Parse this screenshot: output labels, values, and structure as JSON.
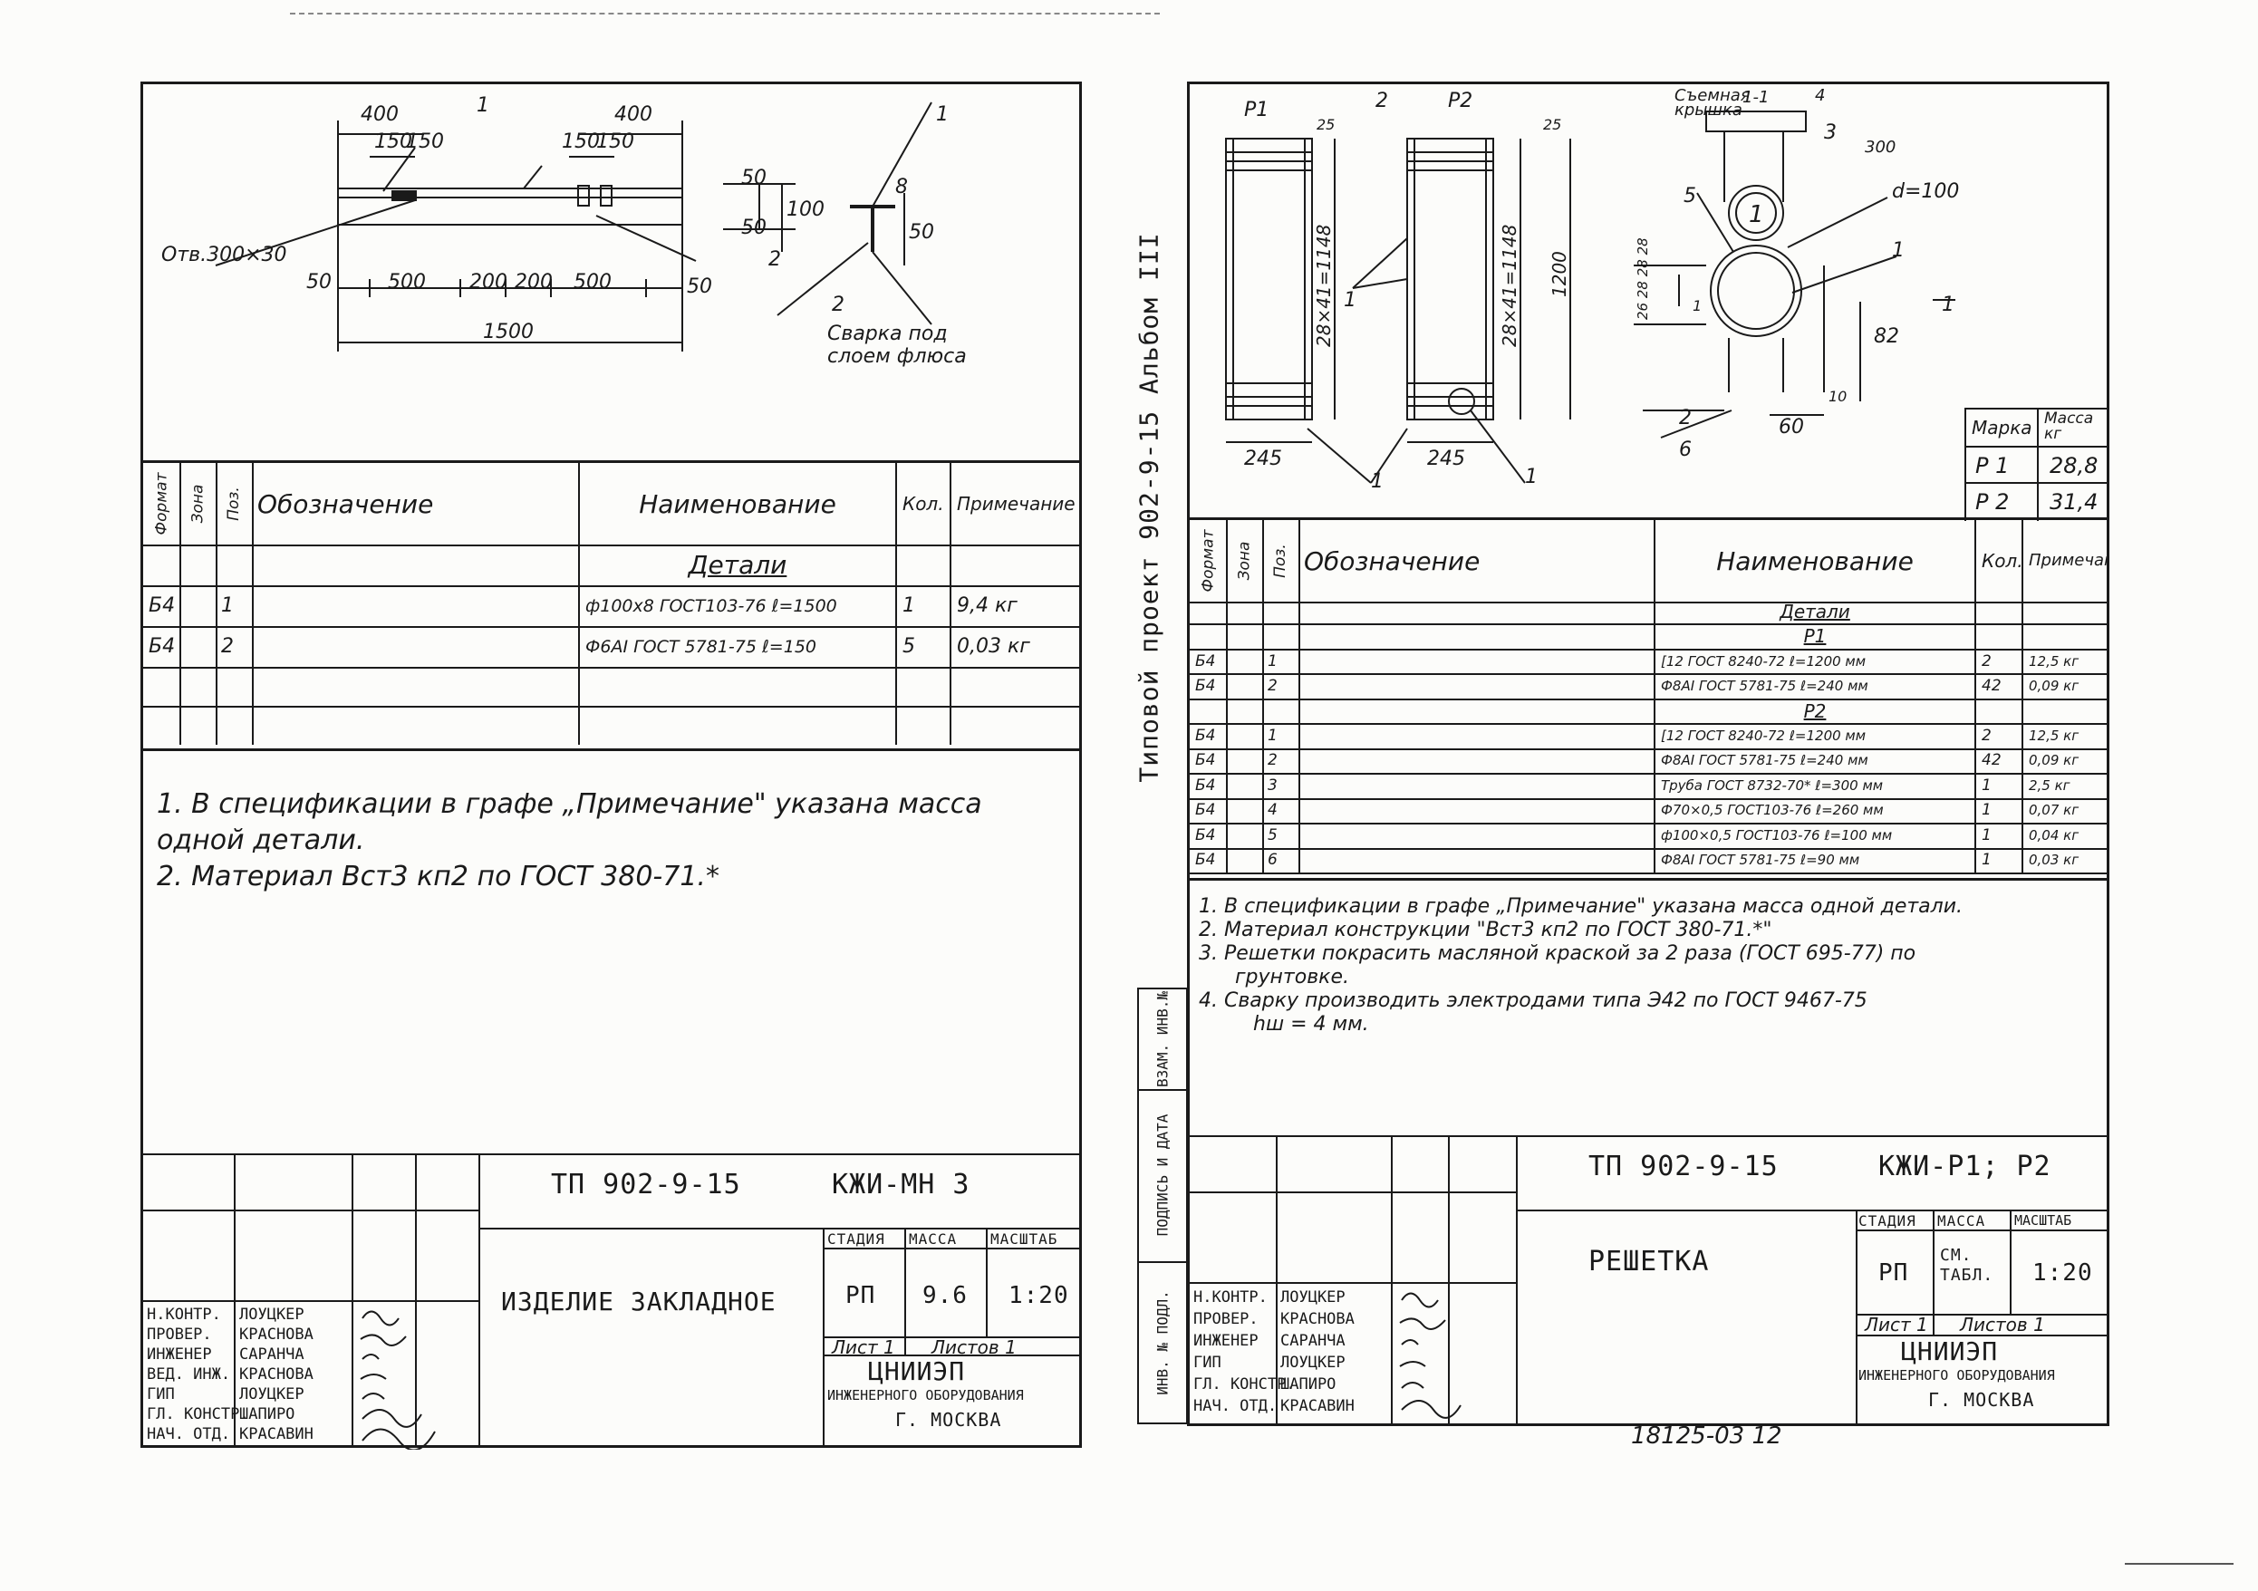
{
  "top_rule_text": "",
  "album": "Типовой проект 902-9-15 Альбом III",
  "left": {
    "drawing": {
      "dims": [
        "400",
        "150",
        "150",
        "1",
        "400",
        "150",
        "150",
        "1",
        "50",
        "100",
        "50",
        "50",
        "500",
        "200",
        "200",
        "500",
        "50",
        "1500",
        "2",
        "Отв.300×30",
        "2",
        "Сварка под",
        "слоем флюса",
        "1",
        "8",
        "50"
      ]
    },
    "spec": {
      "headers": {
        "format": "Формат",
        "zone": "Зона",
        "pos": "Поз.",
        "designation": "Обозначение",
        "name": "Наименование",
        "qty": "Кол.",
        "note": "Примечание"
      },
      "section": "Детали",
      "rows": [
        {
          "format": "Б4",
          "pos": "1",
          "name": "ф100х8 ГОСТ103-76 ℓ=1500",
          "qty": "1",
          "note": "9,4 кг"
        },
        {
          "format": "Б4",
          "pos": "2",
          "name": "Ф6АI ГОСТ 5781-75 ℓ=150",
          "qty": "5",
          "note": "0,03 кг"
        }
      ]
    },
    "notes": [
      "1. В спецификации в графе „Примечание\" указана масса одной детали.",
      "2. Материал Вст3 кп2 по ГОСТ 380-71.*"
    ],
    "title_block": {
      "code": "ТП 902-9-15",
      "mark": "КЖИ-МН 3",
      "title": "ИЗДЕЛИЕ ЗАКЛАДНОЕ",
      "stage_h": "СТАДИЯ",
      "mass_h": "МАССА",
      "scale_h": "МАСШТАБ",
      "stage": "РП",
      "mass": "9.6",
      "scale": "1:20",
      "sheet": "Лист 1",
      "sheets": "Листов 1",
      "org1": "ЦНИИЭП",
      "org2": "ИНЖЕНЕРНОГО ОБОРУДОВАНИЯ",
      "org3": "Г. МОСКВА",
      "roles": [
        "Н.КОНТР.",
        "ПРОВЕР.",
        "ИНЖЕНЕР",
        "ВЕД. ИНЖ.",
        "ГИП",
        "ГЛ. КОНСТР.",
        "НАЧ. ОТД."
      ],
      "names": [
        "ЛОУЦКЕР",
        "КРАСНОВА",
        "САРАНЧА",
        "КРАСНОВА",
        "ЛОУЦКЕР",
        "ШАПИРО",
        "КРАСАВИН"
      ]
    }
  },
  "right": {
    "drawing": {
      "labels": [
        "Р1",
        "2",
        "Р2",
        "Съемная",
        "крышка",
        "1-1",
        "4",
        "3",
        "300",
        "5",
        "d=100",
        "1",
        "1",
        "2",
        "6",
        "60",
        "10",
        "82",
        "1",
        "1",
        "245",
        "245",
        "1",
        "25",
        "25",
        "28×41=1148",
        "28×41=1148",
        "1200",
        "26",
        "28",
        "28",
        "28",
        "1"
      ]
    },
    "mass_table": {
      "h1": "Марка",
      "h2": "Масса кг",
      "rows": [
        {
          "mark": "Р 1",
          "mass": "28,8"
        },
        {
          "mark": "Р 2",
          "mass": "31,4"
        }
      ]
    },
    "spec": {
      "headers": {
        "format": "Формат",
        "zone": "Зона",
        "pos": "Поз.",
        "designation": "Обозначение",
        "name": "Наименование",
        "qty": "Кол.",
        "note": "Примечание"
      },
      "section": "Детали",
      "sub1": "Р1",
      "sub2": "Р2",
      "rows1": [
        {
          "format": "Б4",
          "pos": "1",
          "name": "[12 ГОСТ 8240-72 ℓ=1200 мм",
          "qty": "2",
          "note": "12,5 кг"
        },
        {
          "format": "Б4",
          "pos": "2",
          "name": "Ф8АI ГОСТ 5781-75 ℓ=240 мм",
          "qty": "42",
          "note": "0,09 кг"
        }
      ],
      "rows2": [
        {
          "format": "Б4",
          "pos": "1",
          "name": "[12 ГОСТ 8240-72 ℓ=1200 мм",
          "qty": "2",
          "note": "12,5 кг"
        },
        {
          "format": "Б4",
          "pos": "2",
          "name": "Ф8АI ГОСТ 5781-75 ℓ=240 мм",
          "qty": "42",
          "note": "0,09 кг"
        },
        {
          "format": "Б4",
          "pos": "3",
          "name": "Труба ГОСТ 8732-70* ℓ=300 мм",
          "qty": "1",
          "note": "2,5 кг"
        },
        {
          "format": "Б4",
          "pos": "4",
          "name": "Ф70×0,5 ГОСТ103-76 ℓ=260 мм",
          "qty": "1",
          "note": "0,07 кг"
        },
        {
          "format": "Б4",
          "pos": "5",
          "name": "ф100×0,5 ГОСТ103-76 ℓ=100 мм",
          "qty": "1",
          "note": "0,04 кг"
        },
        {
          "format": "Б4",
          "pos": "6",
          "name": "Ф8АI ГОСТ 5781-75 ℓ=90 мм",
          "qty": "1",
          "note": "0,03 кг"
        }
      ]
    },
    "notes": [
      "1. В спецификации в графе „Примечание\" указана масса одной детали.",
      "2. Материал конструкции \"Вст3 кп2 по ГОСТ 380-71.*\"",
      "3. Решетки покрасить масляной краской за 2 раза (ГОСТ 695-77) по",
      "грунтовке.",
      "4. Сварку производить электродами типа Э42 по ГОСТ 9467-75",
      "hш = 4 мм."
    ],
    "side_stamp": [
      "ИНВ. № ПОДЛ.",
      "ПОДПИСЬ И ДАТА",
      "ВЗАМ. ИНВ.№"
    ],
    "title_block": {
      "code": "ТП 902-9-15",
      "mark": "КЖИ-Р1; Р2",
      "title": "РЕШЕТКА",
      "stage_h": "СТАДИЯ",
      "mass_h": "МАССА",
      "scale_h": "МАСШТАБ",
      "stage": "РП",
      "mass": "СМ. ТАБЛ.",
      "scale": "1:20",
      "sheet": "Лист 1",
      "sheets": "Листов 1",
      "org1": "ЦНИИЭП",
      "org2": "ИНЖЕНЕРНОГО ОБОРУДОВАНИЯ",
      "org3": "Г. МОСКВА",
      "roles": [
        "Н.КОНТР.",
        "ПРОВЕР.",
        "ИНЖЕНЕР",
        "ГИП",
        "ГЛ. КОНСТР.",
        "НАЧ. ОТД."
      ],
      "names": [
        "ЛОУЦКЕР",
        "КРАСНОВА",
        "САРАНЧА",
        "ЛОУЦКЕР",
        "ШАПИРО",
        "КРАСАВИН"
      ]
    }
  },
  "footer_number": "18125-03 12"
}
